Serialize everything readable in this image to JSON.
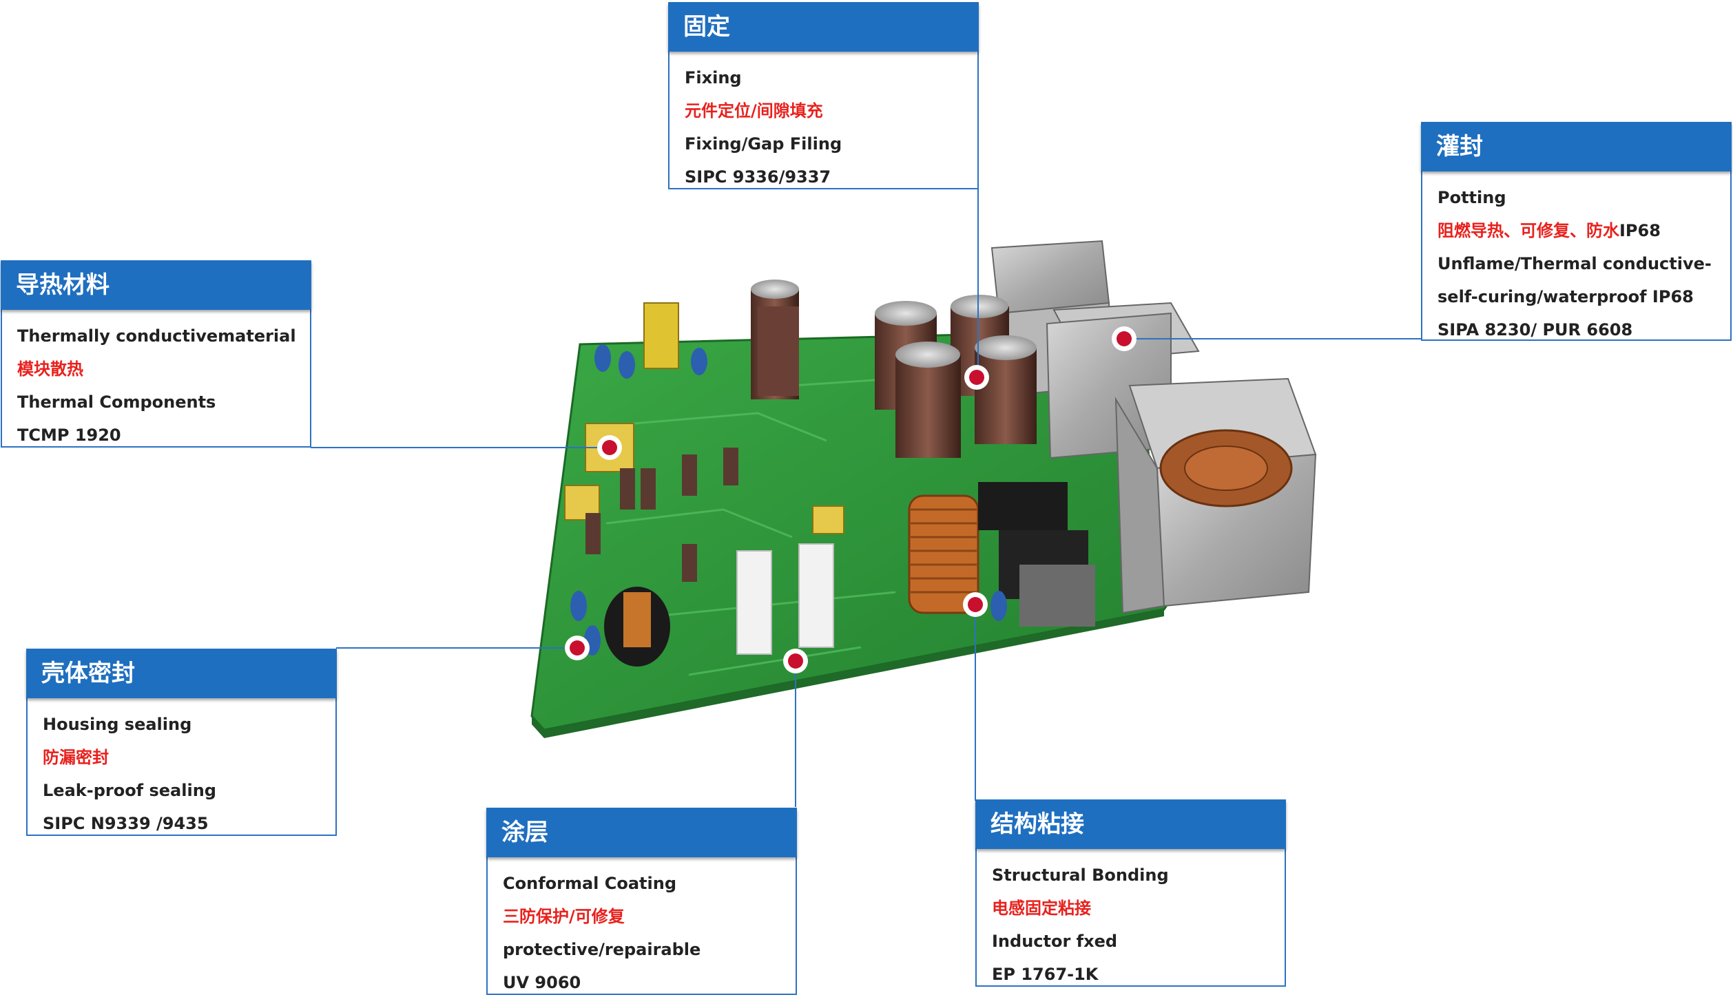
{
  "colors": {
    "header_blue": "#1f6fc0",
    "border_blue": "#2c72c2",
    "red_text": "#e8211d",
    "dark_text": "#222222",
    "pcb_green": "#2e9a3a",
    "marker_red": "#c8102e"
  },
  "image": {
    "description_icon": "pcb-board-photo"
  },
  "cards": {
    "fixing": {
      "title": "固定",
      "line1": "Fixing",
      "line2": "元件定位/间隙填充",
      "line3": "Fixing/Gap Filing",
      "line4": "SIPC 9336/9337"
    },
    "potting": {
      "title": "灌封",
      "line1": "Potting",
      "line2_red": "阻燃导热、可修复、防水",
      "line2_black": "IP68",
      "line3": "Unflame/Thermal conductive-",
      "line4": "self-curing/waterproof IP68",
      "line5": "SIPA 8230/ PUR 6608"
    },
    "thermal": {
      "title": "导热材料",
      "line1": "Thermally conductivematerial",
      "line2": "模块散热",
      "line3": "Thermal Components",
      "line4": "TCMP 1920"
    },
    "housing": {
      "title": "壳体密封",
      "line1": "Housing sealing",
      "line2": "防漏密封",
      "line3": "Leak-proof sealing",
      "line4": "SIPC N9339 /9435"
    },
    "coating": {
      "title": "涂层",
      "line1": "Conformal Coating",
      "line2": "三防保护/可修复",
      "line3": "protective/repairable",
      "line4": "UV 9060"
    },
    "bonding": {
      "title": "结构粘接",
      "line1": "Structural Bonding",
      "line2": "电感固定粘接",
      "line3": "Inductor fxed",
      "line4": "EP 1767-1K"
    }
  }
}
